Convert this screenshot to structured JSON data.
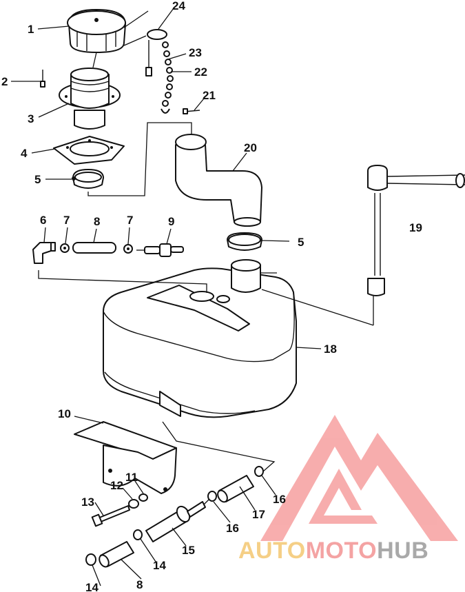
{
  "callouts": [
    "1",
    "2",
    "3",
    "4",
    "5",
    "6",
    "7",
    "8",
    "9",
    "10",
    "11",
    "12",
    "13",
    "14",
    "15",
    "16",
    "17",
    "18",
    "19",
    "20",
    "21",
    "22",
    "23",
    "24"
  ],
  "watermark": {
    "part1": "AUTO",
    "part2": "MOTO",
    "part3": "HUB",
    "colors": {
      "logo": "#f7a5a5",
      "auto": "#f5cf86",
      "moto": "#f4a3a3",
      "hub": "#a9a9a9"
    }
  }
}
